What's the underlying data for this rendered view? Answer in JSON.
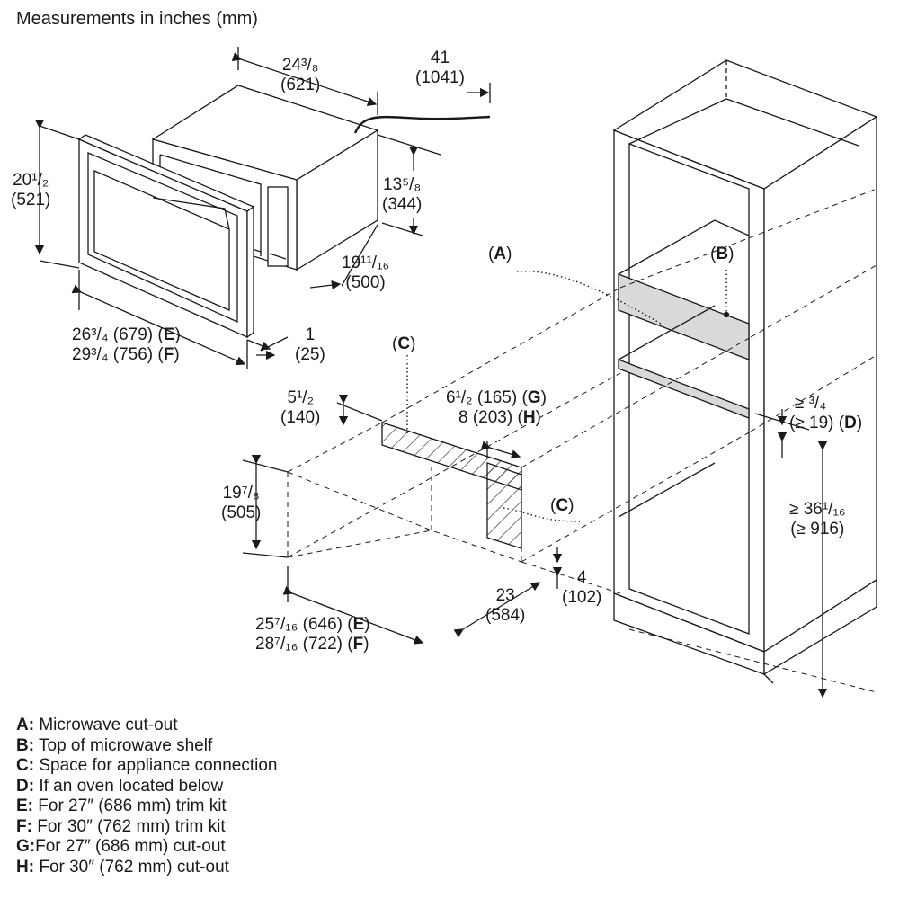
{
  "title": "Measurements in inches (mm)",
  "dimensions": {
    "microwave_depth": {
      "in": "24³/₈",
      "mm": "(621)"
    },
    "cord_length": {
      "in": "41",
      "mm": "(1041)"
    },
    "trim_height": {
      "in": "20¹/₂",
      "mm": "(521)"
    },
    "microwave_height": {
      "in": "13⁵/₈",
      "mm": "(344)"
    },
    "microwave_width": {
      "in": "19¹¹/₁₆",
      "mm": "(500)"
    },
    "trim_width_e": {
      "text": "26³/₄ (679) (",
      "key": "E",
      "close": ")"
    },
    "trim_width_f": {
      "text": "29³/₄ (756) (",
      "key": "F",
      "close": ")"
    },
    "trim_depth": {
      "in": "1",
      "mm": "(25)"
    },
    "connection_height": {
      "in": "5¹/₂",
      "mm": "(140)"
    },
    "connection_width_g": {
      "text": "6¹/₂ (165) (",
      "key": "G",
      "close": ")"
    },
    "connection_width_h": {
      "text": "8 (203) (",
      "key": "H",
      "close": ")"
    },
    "cutout_height": {
      "in": "19⁷/₈",
      "mm": "(505)"
    },
    "cutout_width_e": {
      "text": "25⁷/₁₆ (646) (",
      "key": "E",
      "close": ")"
    },
    "cutout_width_f": {
      "text": "28⁷/₁₆ (722) (",
      "key": "F",
      "close": ")"
    },
    "cutout_depth": {
      "in": "23",
      "mm": "(584)"
    },
    "shelf_offset": {
      "in": "4",
      "mm": "(102)"
    },
    "oven_gap": {
      "in": "≥ ³/₄",
      "mm": "(≥ 19) (",
      "key": "D",
      "close": ")"
    },
    "floor_height": {
      "in": "≥ 36¹/₁₆",
      "mm": "(≥ 916)"
    }
  },
  "tags": {
    "a": {
      "open": "(",
      "key": "A",
      "close": ")"
    },
    "b": {
      "open": "(",
      "key": "B",
      "close": ")"
    },
    "c1": {
      "open": "(",
      "key": "C",
      "close": ")"
    },
    "c2": {
      "open": "(",
      "key": "C",
      "close": ")"
    }
  },
  "legend": [
    {
      "key": "A:",
      "text": " Microwave cut-out"
    },
    {
      "key": "B:",
      "text": " Top of microwave shelf"
    },
    {
      "key": "C:",
      "text": " Space for appliance connection"
    },
    {
      "key": "D:",
      "text": " If an oven located below"
    },
    {
      "key": "E:",
      "text": " For 27″ (686 mm) trim kit"
    },
    {
      "key": "F:",
      "text": " For 30″ (762 mm) trim kit"
    },
    {
      "key": "G:",
      "text": "For 27″ (686 mm) cut-out"
    },
    {
      "key": "H:",
      "text": " For 30″ (762 mm) cut-out"
    }
  ],
  "colors": {
    "line": "#1a1a1a",
    "shelf_fill": "#d9d9d9",
    "hatch": "#1a1a1a"
  }
}
